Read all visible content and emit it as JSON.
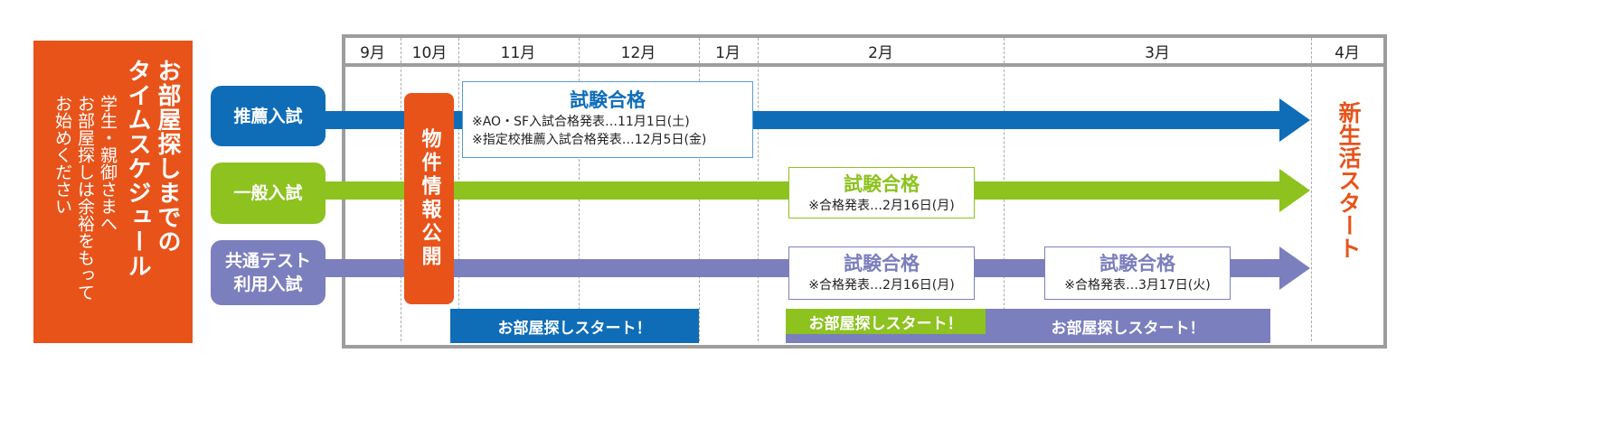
{
  "intro": {
    "title": "お部屋探しまでのタイムスケジュール",
    "title_line1": "お部屋探しまでの",
    "title_line2": "タイムスケジュール",
    "subtitle_line1": "学生・親御さまへ",
    "subtitle_line2": "お部屋探しは余裕をもって",
    "subtitle_line3": "お始めください"
  },
  "months": [
    "9月",
    "10月",
    "11月",
    "12月",
    "1月",
    "2月",
    "3月",
    "4月"
  ],
  "rows": [
    {
      "label": "推薦入試",
      "color": "#0f6db8"
    },
    {
      "label": "一般入試",
      "color": "#8dc21f"
    },
    {
      "label": "共通テスト利用入試",
      "label_line1": "共通テスト",
      "label_line2": "利用入試",
      "color": "#7b7fbd"
    }
  ],
  "property_info": "物件情報公開",
  "new_life": "新生活スタート",
  "pass_boxes": [
    {
      "title": "試験合格",
      "notes": [
        "※AO・SF入試合格発表…11月1日(土)",
        "※指定校推薦入試合格発表…12月5日(金)"
      ]
    },
    {
      "title": "試験合格",
      "notes": [
        "※合格発表…2月16日(月)"
      ]
    },
    {
      "title": "試験合格",
      "notes": [
        "※合格発表…2月16日(月)"
      ]
    },
    {
      "title": "試験合格",
      "notes": [
        "※合格発表…3月17日(火)"
      ]
    }
  ],
  "search_start": [
    "お部屋探しスタート！",
    "お部屋探しスタート！",
    "お部屋探しスタート！"
  ],
  "colors": {
    "orange": "#e8531a",
    "blue": "#0f6db8",
    "green": "#8dc21f",
    "purple": "#7b7fbd",
    "frame": "#9d9d9d"
  }
}
